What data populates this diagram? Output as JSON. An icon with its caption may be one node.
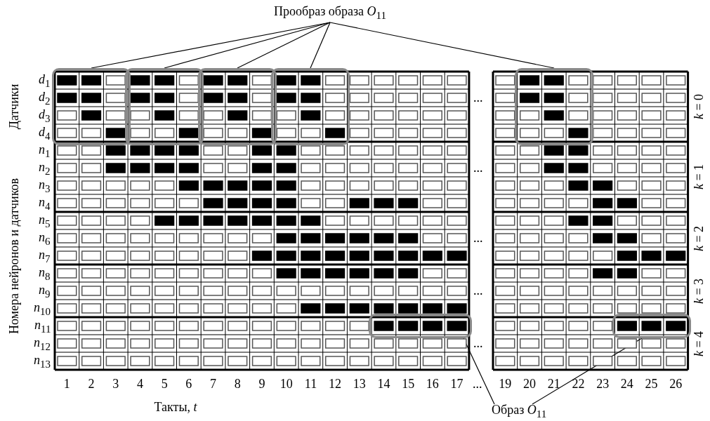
{
  "diagram": {
    "nodes": [
      {
        "text": [
          "Прообраз образа *O*$_{11}$"
        ]
      },
      {
        "text": [],
        "shape": "box"
      },
      {
        "text": [],
        "shape": "box"
      },
      {
        "text": [],
        "shape": "box"
      },
      {
        "text": [],
        "shape": "box"
      },
      {
        "text": [],
        "shape": "box"
      },
      {
        "text": [
          "Образ *O*$_{11}$"
        ]
      },
      {
        "text": [],
        "shape": "box"
      },
      {
        "text": [],
        "shape": "box"
      }
    ],
    "edges": [
      {
        "from": 0,
        "to": 1,
        "arrow": "none"
      },
      {
        "from": 0,
        "to": 2,
        "arrow": "none"
      },
      {
        "from": 0,
        "to": 3,
        "arrow": "none"
      },
      {
        "from": 0,
        "to": 4,
        "arrow": "none"
      },
      {
        "from": 0,
        "to": 5,
        "arrow": "none"
      },
      {
        "from": 6,
        "to": 7,
        "arrow": "none"
      },
      {
        "from": 6,
        "to": 8,
        "arrow": "none"
      }
    ],
    "labels": [
      "Датчики",
      "Номера нейронов и датчиков",
      "*d*$_{1}$",
      "*d*$_{2}$",
      "*d*$_{3}$",
      "*d*$_{4}$",
      "*n*$_{1}$",
      "*n*$_{2}$",
      "*n*$_{3}$",
      "*n*$_{4}$",
      "*n*$_{5}$",
      "*n*$_{6}$",
      "*n*$_{7}$",
      "*n*$_{8}$",
      "*n*$_{9}$",
      "*n*$_{10}$",
      "*n*$_{11}$",
      "*n*$_{12}$",
      "*n*$_{13}$",
      "...",
      "...",
      "...",
      "...",
      "...",
      "*k* = 0",
      "*k* = 1",
      "*k* = 2",
      "*k* = 3",
      "*k* = 4",
      "1",
      "2",
      "3",
      "4",
      "5",
      "6",
      "7",
      "8",
      "9",
      "10",
      "11",
      "12",
      "13",
      "14",
      "15",
      "16",
      "17",
      "...",
      "19",
      "20",
      "21",
      "22",
      "23",
      "24",
      "25",
      "26",
      "Такты, *t*"
    ]
  }
}
